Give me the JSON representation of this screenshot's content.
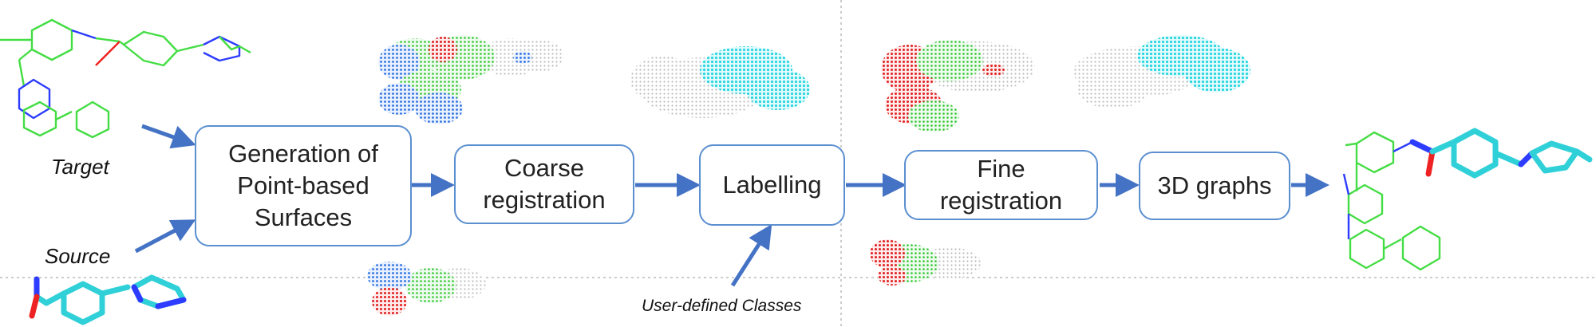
{
  "labels": {
    "target": "Target",
    "source": "Source",
    "user_classes": "User-defined Classes"
  },
  "steps": [
    {
      "id": "generation",
      "label": "Generation of\nPoint-based\nSurfaces"
    },
    {
      "id": "coarse",
      "label": "Coarse\nregistration"
    },
    {
      "id": "labelling",
      "label": "Labelling"
    },
    {
      "id": "fine",
      "label": "Fine\nregistration"
    },
    {
      "id": "graphs",
      "label": "3D graphs"
    }
  ],
  "colors": {
    "box_border": "#5b8fd0",
    "arrow": "#4472c4",
    "divider": "#bbbbbb",
    "target_molecule": "#44dd44",
    "source_molecule": "#30d0d8",
    "heteroatom_n": "#2d3cff",
    "heteroatom_o": "#ee2222",
    "point_grey": "#c8c8c8",
    "point_blue": "#2a6fe0",
    "point_green": "#2fc62f",
    "point_red": "#e02020",
    "point_cyan": "#2bd6e0"
  },
  "icons": [
    "target-molecule-icon",
    "source-molecule-icon",
    "point-cloud-icon",
    "aligned-molecule-icon"
  ]
}
